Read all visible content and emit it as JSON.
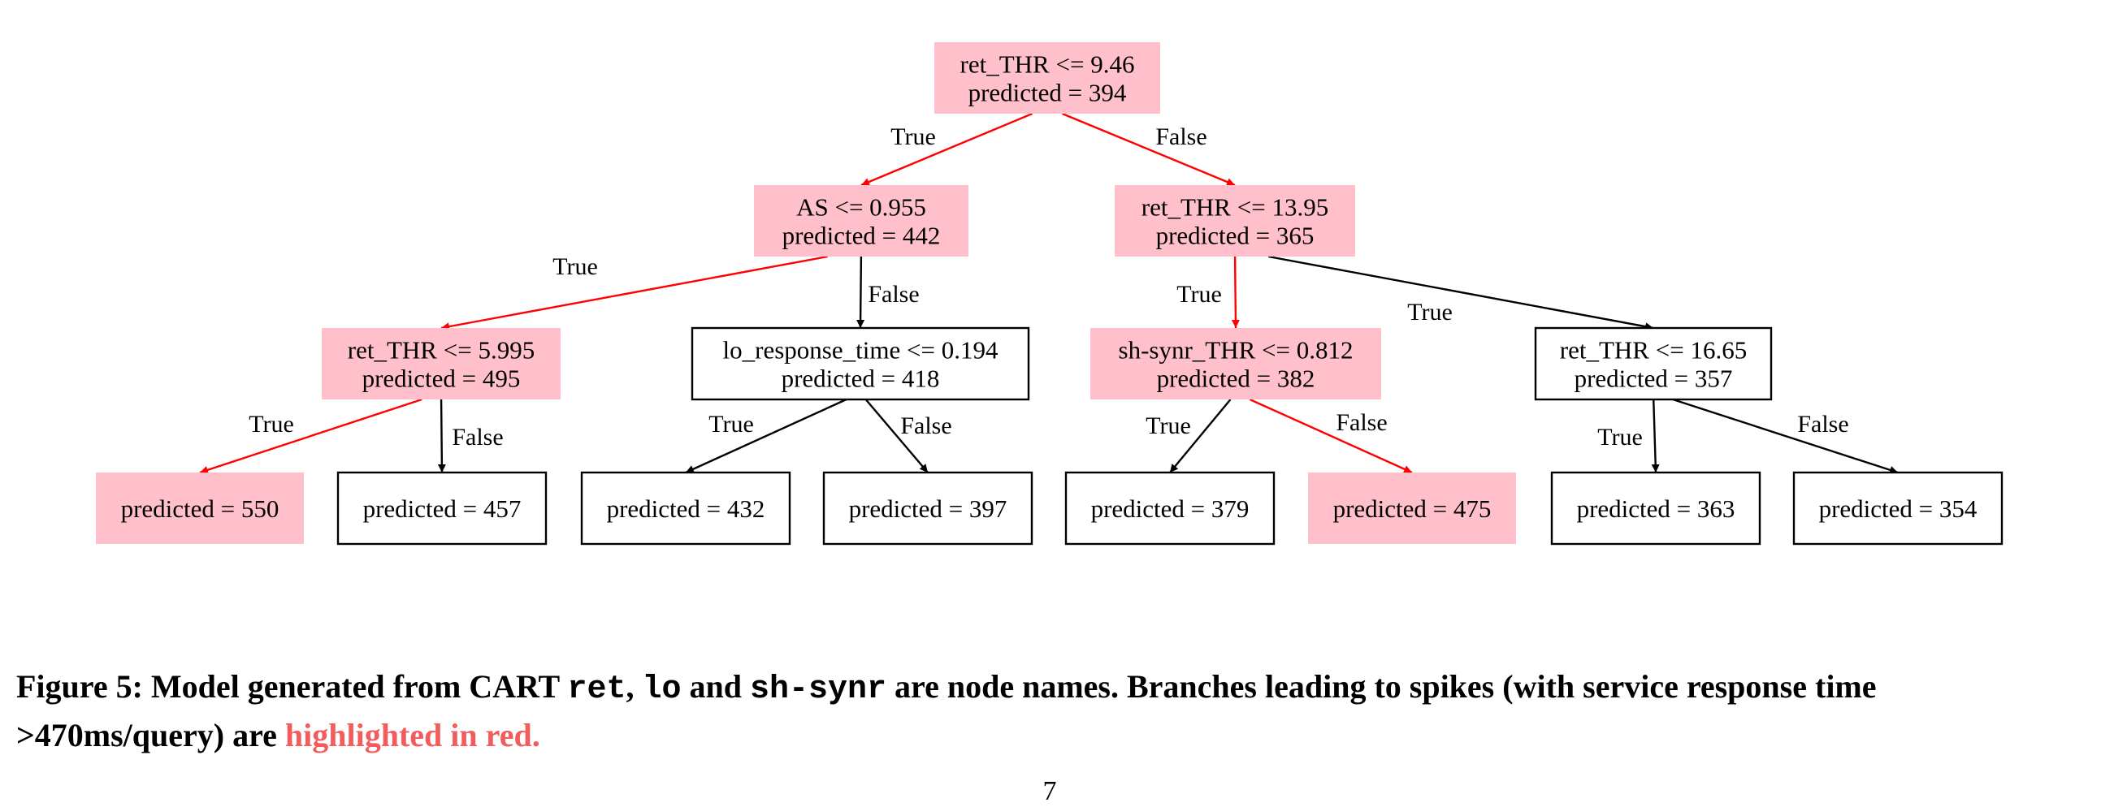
{
  "colors": {
    "highlight_fill": "#ffc0cb",
    "highlight_edge": "#ff0000",
    "normal_edge": "#000000",
    "caption_red": "#f25c5c"
  },
  "tree": {
    "nodes": {
      "n0": {
        "lines": [
          "ret_THR <= 9.46",
          "predicted = 394"
        ],
        "highlighted": true
      },
      "n1": {
        "lines": [
          "AS <= 0.955",
          "predicted = 442"
        ],
        "highlighted": true
      },
      "n2": {
        "lines": [
          "ret_THR <= 13.95",
          "predicted = 365"
        ],
        "highlighted": true
      },
      "n3": {
        "lines": [
          "ret_THR <= 5.995",
          "predicted = 495"
        ],
        "highlighted": true
      },
      "n4": {
        "lines": [
          "lo_response_time <= 0.194",
          "predicted = 418"
        ],
        "highlighted": false
      },
      "n5": {
        "lines": [
          "sh-synr_THR <= 0.812",
          "predicted = 382"
        ],
        "highlighted": true
      },
      "n6": {
        "lines": [
          "ret_THR <= 16.65",
          "predicted = 357"
        ],
        "highlighted": false
      },
      "l1": {
        "lines": [
          "predicted = 550"
        ],
        "highlighted": true
      },
      "l2": {
        "lines": [
          "predicted = 457"
        ],
        "highlighted": false
      },
      "l3": {
        "lines": [
          "predicted = 432"
        ],
        "highlighted": false
      },
      "l4": {
        "lines": [
          "predicted = 397"
        ],
        "highlighted": false
      },
      "l5": {
        "lines": [
          "predicted = 379"
        ],
        "highlighted": false
      },
      "l6": {
        "lines": [
          "predicted = 475"
        ],
        "highlighted": true
      },
      "l7": {
        "lines": [
          "predicted = 363"
        ],
        "highlighted": false
      },
      "l8": {
        "lines": [
          "predicted = 354"
        ],
        "highlighted": false
      }
    },
    "edges": [
      {
        "from": "n0",
        "to": "n1",
        "label": "True",
        "highlighted": true
      },
      {
        "from": "n0",
        "to": "n2",
        "label": "False",
        "highlighted": true
      },
      {
        "from": "n1",
        "to": "n3",
        "label": "True",
        "highlighted": true
      },
      {
        "from": "n1",
        "to": "n4",
        "label": "False",
        "highlighted": false
      },
      {
        "from": "n2",
        "to": "n5",
        "label": "True",
        "highlighted": true
      },
      {
        "from": "n2",
        "to": "n6",
        "label": "True",
        "highlighted": false
      },
      {
        "from": "n3",
        "to": "l1",
        "label": "True",
        "highlighted": true
      },
      {
        "from": "n3",
        "to": "l2",
        "label": "False",
        "highlighted": false
      },
      {
        "from": "n4",
        "to": "l3",
        "label": "True",
        "highlighted": false
      },
      {
        "from": "n4",
        "to": "l4",
        "label": "False",
        "highlighted": false
      },
      {
        "from": "n5",
        "to": "l5",
        "label": "True",
        "highlighted": false
      },
      {
        "from": "n5",
        "to": "l6",
        "label": "False",
        "highlighted": true
      },
      {
        "from": "n6",
        "to": "l7",
        "label": "True",
        "highlighted": false
      },
      {
        "from": "n6",
        "to": "l8",
        "label": "False",
        "highlighted": false
      }
    ]
  },
  "caption": {
    "part1": "Figure 5: Model generated from CART ",
    "code1": "ret",
    "part2": ", ",
    "code2": "lo",
    "part3": " and ",
    "code3": "sh-synr",
    "part4": " are node names. Branches leading to spikes (with service response time >470ms/query) are ",
    "highlight": "highlighted in red."
  },
  "page_number": "7"
}
